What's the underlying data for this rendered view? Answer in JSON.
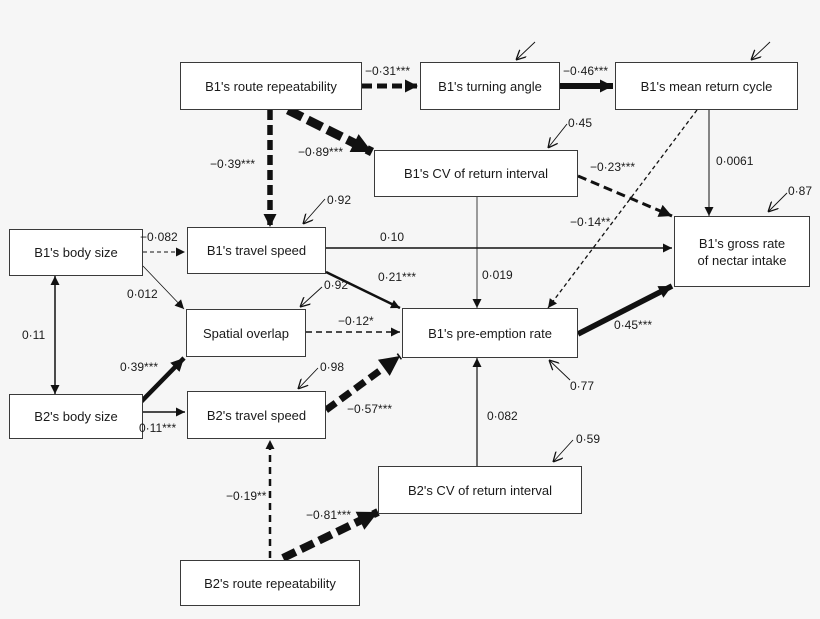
{
  "nodes": {
    "b1_route": "B1's route repeatability",
    "b1_turning": "B1's turning angle",
    "b1_mean_return": "B1's mean return cycle",
    "b1_cv": "B1's CV of return interval",
    "b1_body": "B1's body size",
    "b1_speed": "B1's travel speed",
    "b1_gross_line1": "B1's gross rate",
    "b1_gross_line2": "of nectar intake",
    "overlap": "Spatial overlap",
    "preemption": "B1's pre-emption rate",
    "b2_body": "B2's body size",
    "b2_speed": "B2's travel speed",
    "b2_cv": "B2's CV of return interval",
    "b2_route": "B2's route repeatability"
  },
  "paths": {
    "route_turning": "−0·31***",
    "turning_mean": "−0·46***",
    "route_speed": "−0·39***",
    "route_cv": "−0·89***",
    "cv_gross": "−0·23***",
    "mean_gross": "0·0061",
    "mean_pre": "−0·14**",
    "body1_speed": "−0·082",
    "body1_overlap": "0·012",
    "speed_gross": "0·10",
    "speed_pre": "0·21***",
    "cv_pre": "0·019",
    "body_body": "0·11",
    "overlap_pre": "−0·12*",
    "pre_gross": "0·45***",
    "body2_overlap": "0·39***",
    "body2_speed": "0·11***",
    "speed2_pre": "−0·57***",
    "cv2_pre": "0·082",
    "route2_speed": "−0·19**",
    "route2_cv": "−0·81***"
  },
  "residuals": {
    "b1_cv": "0·45",
    "b1_gross": "0·87",
    "b1_speed": "0·92",
    "overlap": "0·92",
    "b2_speed": "0·98",
    "preemption": "0·77",
    "b2_cv": "0·59"
  }
}
